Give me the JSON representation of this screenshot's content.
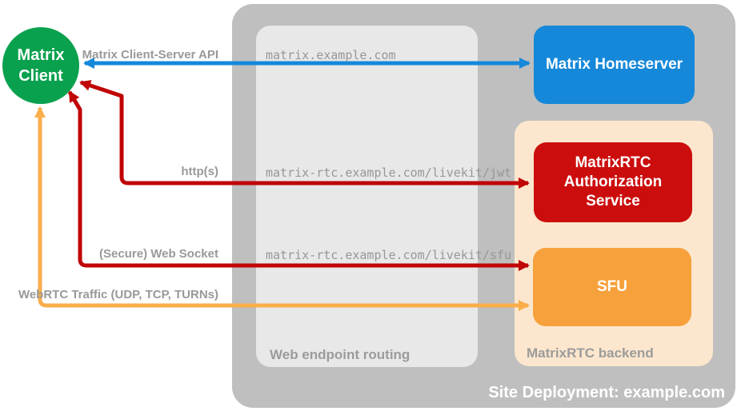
{
  "diagram": {
    "title": "Site Deployment: example.com",
    "client": {
      "line1": "Matrix",
      "line2": "Client"
    },
    "nodes": {
      "homeserver": {
        "label": "Matrix Homeserver",
        "color": "#1588d9"
      },
      "auth_service": {
        "label": "MatrixRTC Authorization Service",
        "color": "#cc0d0d"
      },
      "sfu": {
        "label": "SFU",
        "color": "#f7a13c"
      }
    },
    "containers": {
      "web_endpoint_routing": {
        "label": "Web endpoint routing",
        "color": "#e8e8e8"
      },
      "matrixrtc_backend": {
        "label": "MatrixRTC backend",
        "color": "#fce7ce"
      },
      "site_deployment": {
        "color": "#bfbfbf"
      }
    },
    "connections": [
      {
        "label": "Matrix Client-Server API",
        "url": "matrix.example.com",
        "color": "#1588d9",
        "from": "Matrix Client",
        "to": "Matrix Homeserver",
        "bidirectional": true
      },
      {
        "label": "http(s)",
        "url": "matrix-rtc.example.com/livekit/jwt",
        "color": "#c00505",
        "from": "Matrix Client",
        "to": "MatrixRTC Authorization Service",
        "bidirectional": true
      },
      {
        "label": "(Secure) Web Socket",
        "url": "matrix-rtc.example.com/livekit/sfu",
        "color": "#c00505",
        "from": "Matrix Client",
        "to": "SFU",
        "bidirectional": true
      },
      {
        "label": "WebRTC Traffic (UDP, TCP, TURNs)",
        "url": "",
        "color": "#f9ae4b",
        "from": "Matrix Client",
        "to": "SFU",
        "bidirectional": true
      }
    ],
    "colors": {
      "client_green": "#0aa14e",
      "label_gray": "#999999",
      "title_white": "#ffffff"
    }
  }
}
